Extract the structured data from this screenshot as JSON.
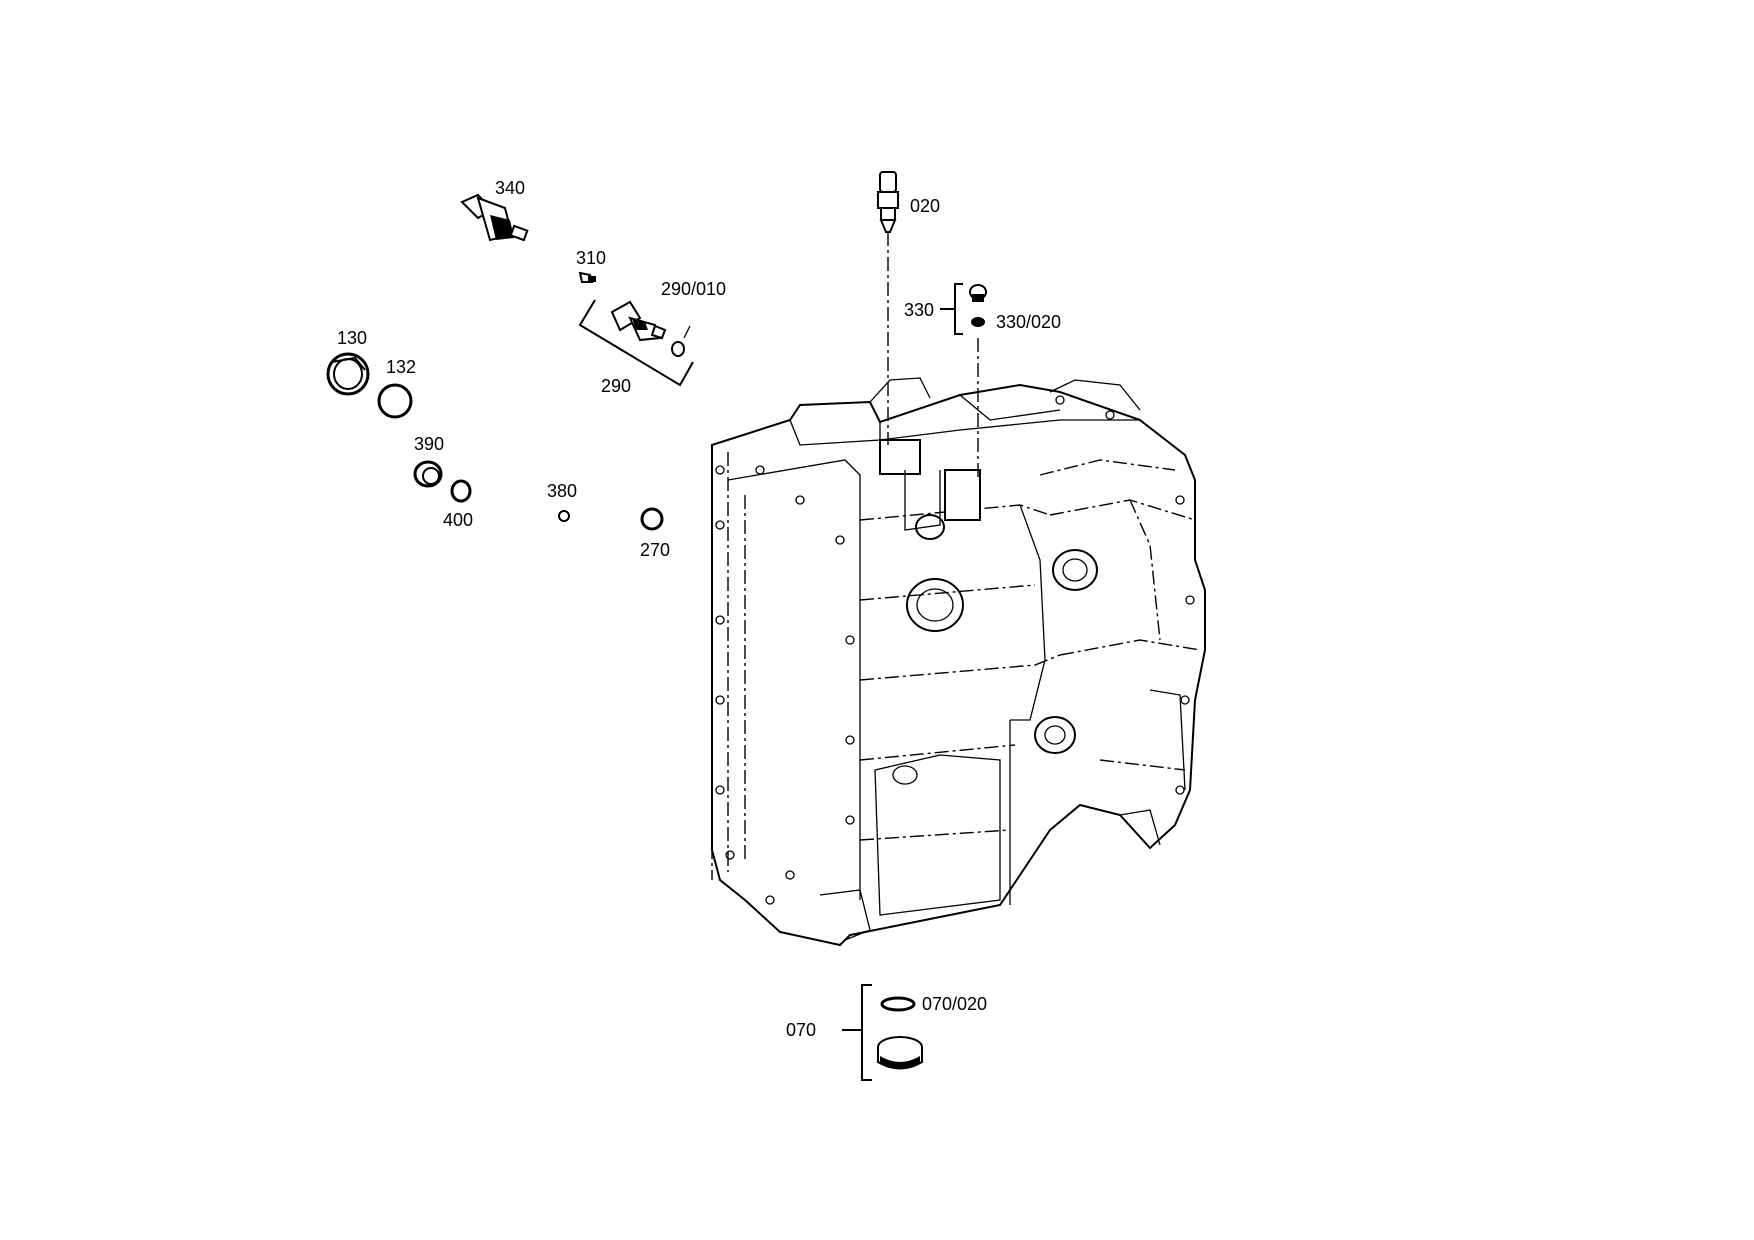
{
  "labels": {
    "p020": "020",
    "p330": "330",
    "p330_020": "330/020",
    "p340": "340",
    "p310": "310",
    "p290_010": "290/010",
    "p290": "290",
    "p130": "130",
    "p132": "132",
    "p390": "390",
    "p400": "400",
    "p380": "380",
    "p270": "270",
    "p070": "070",
    "p070_020": "070/020"
  }
}
